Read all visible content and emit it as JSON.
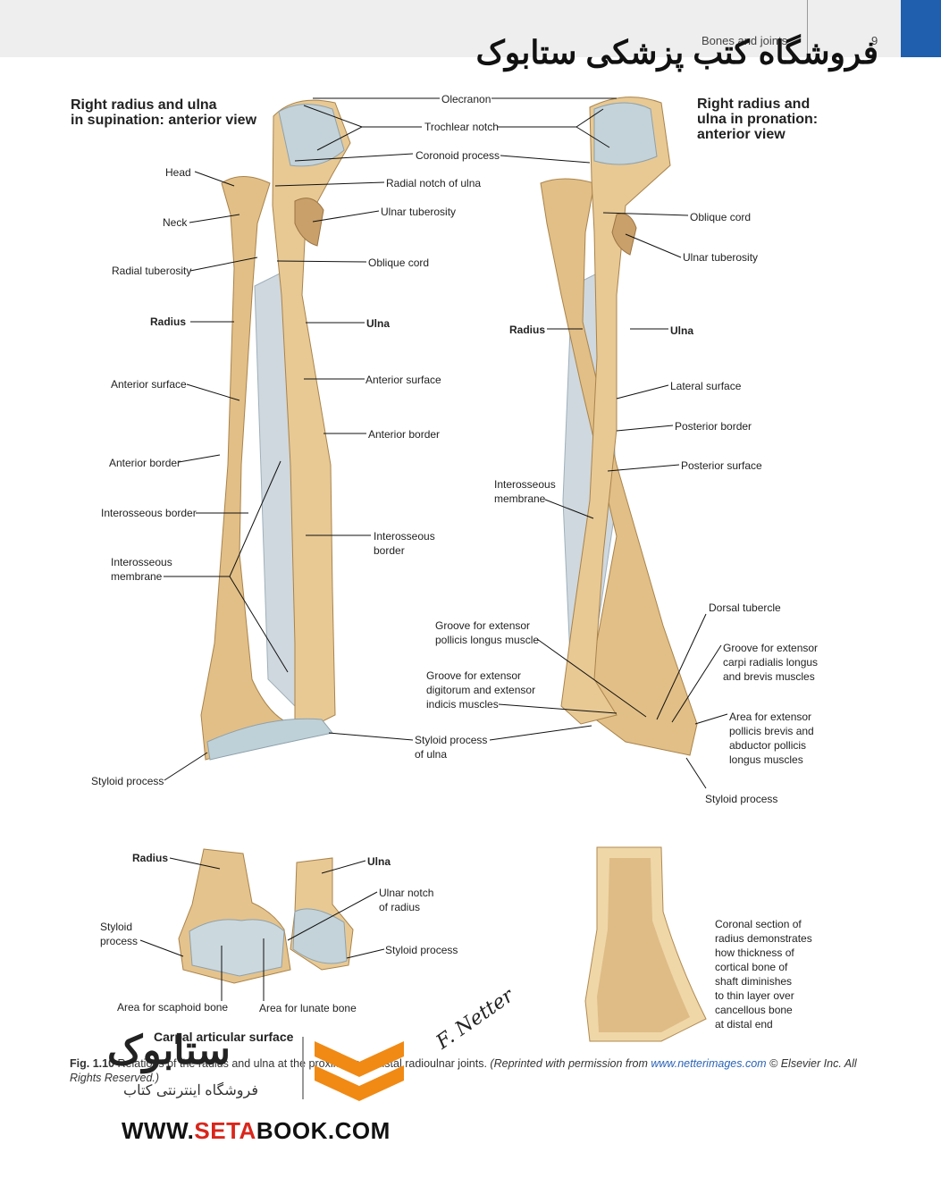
{
  "header": {
    "running_head": "Bones and joints",
    "page_number": "9",
    "persian_title": "فروشگاه کتب پزشکی ستابوک",
    "accent_color": "#1f5fae"
  },
  "views": {
    "supination_title": "Right radius and ulna\nin supination: anterior view",
    "pronation_title": "Right radius and\nulna in pronation:\nanterior view"
  },
  "labels": {
    "olecranon": "Olecranon",
    "trochlear_notch": "Trochlear notch",
    "coronoid_process": "Coronoid process",
    "radial_notch_of_ulna": "Radial notch of ulna",
    "ulnar_tuberosity_left": "Ulnar tuberosity",
    "oblique_cord_left": "Oblique cord",
    "ulna_left": "Ulna",
    "anterior_surface_ulna": "Anterior surface",
    "anterior_border_ulna": "Anterior border",
    "interosseous_border_ulna": "Interosseous\nborder",
    "styloid_process_of_ulna": "Styloid process\nof ulna",
    "head": "Head",
    "neck": "Neck",
    "radial_tuberosity": "Radial tuberosity",
    "radius_left": "Radius",
    "anterior_surface_radius": "Anterior surface",
    "anterior_border_radius": "Anterior border",
    "interosseous_border_radius": "Interosseous border",
    "interosseous_membrane_left": "Interosseous\nmembrane",
    "styloid_process_left": "Styloid process",
    "oblique_cord_right": "Oblique cord",
    "ulnar_tuberosity_right": "Ulnar tuberosity",
    "radius_right": "Radius",
    "ulna_right": "Ulna",
    "lateral_surface": "Lateral surface",
    "posterior_border": "Posterior border",
    "posterior_surface": "Posterior surface",
    "interosseous_membrane_right": "Interosseous\nmembrane",
    "groove_epl": "Groove for extensor\npollicis longus muscle",
    "groove_edc": "Groove for extensor\ndigitorum and extensor\nindicis muscles",
    "dorsal_tubercle": "Dorsal tubercle",
    "groove_ecr": "Groove for extensor\ncarpi radialis longus\nand brevis muscles",
    "area_epb_apl": "Area for extensor\npollicis brevis and\nabductor pollicis\nlongus muscles",
    "styloid_process_right": "Styloid process",
    "radius_bottom": "Radius",
    "ulna_bottom": "Ulna",
    "styloid_process_bottom_left": "Styloid\nprocess",
    "ulnar_notch_of_radius": "Ulnar notch\nof radius",
    "styloid_process_bottom_right": "Styloid process",
    "area_scaphoid": "Area for scaphoid bone",
    "area_lunate": "Area for lunate bone",
    "carpal_articular_surface": "Carpal articular surface",
    "coronal_section_note": "Coronal section of\nradius demonstrates\nhow thickness of\ncortical bone of\nshaft diminishes\nto thin layer over\ncancellous bone\nat distal end"
  },
  "caption": {
    "fig_number": "Fig. 1.10",
    "text": " Relations of the radius and ulna at the proximal and distal radioulnar joints. ",
    "credit_pre": "(Reprinted with permission from ",
    "credit_link": "www.netterimages.com",
    "credit_post": " © Elsevier Inc. All Rights Reserved.)"
  },
  "signature": "F. Netter",
  "watermark": {
    "brand": "ستابوک",
    "subtitle": "فروشگاه اینترنتی کتاب",
    "url_pre": "WWW.",
    "url_red": "SETA",
    "url_post": "BOOK.COM"
  }
}
